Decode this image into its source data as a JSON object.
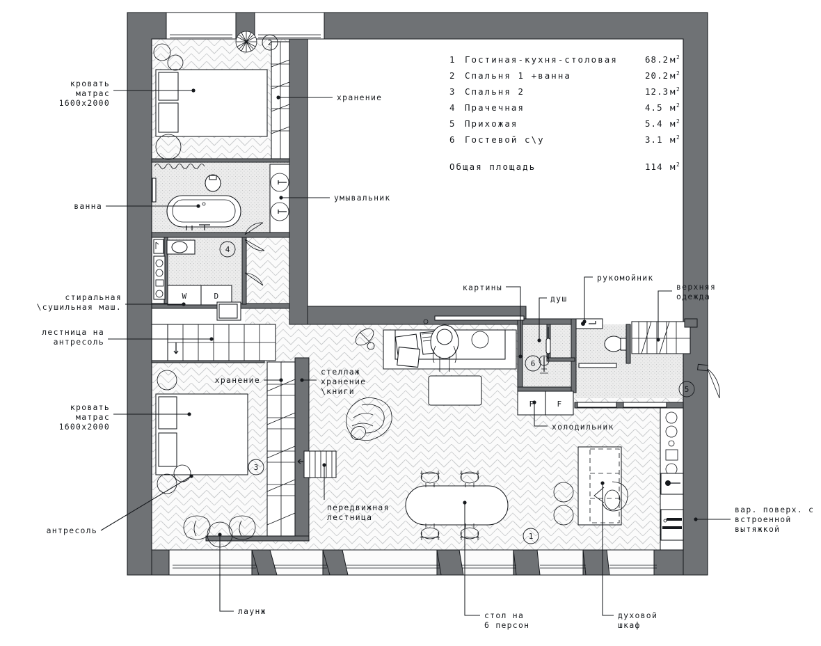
{
  "document": {
    "type": "architectural-floor-plan",
    "language": "ru"
  },
  "legend": {
    "rows": [
      {
        "num": "1",
        "name": "Гостиная-кухня-столовая",
        "area": "68.2",
        "unit": "м",
        "sup": "2"
      },
      {
        "num": "2",
        "name": "Спальня 1 +ванна",
        "area": "20.2",
        "unit": "м",
        "sup": "2"
      },
      {
        "num": "3",
        "name": "Спальня 2",
        "area": "12.3",
        "unit": "м",
        "sup": "2"
      },
      {
        "num": "4",
        "name": "Прачечная",
        "area": "4.5",
        "unit": "м",
        "sup": "2"
      },
      {
        "num": "5",
        "name": "Прихожая",
        "area": "5.4",
        "unit": "м",
        "sup": "2"
      },
      {
        "num": "6",
        "name": "Гостевой с\\у",
        "area": "3.1",
        "unit": "м",
        "sup": "2"
      }
    ],
    "total": {
      "label": "Общая площадь",
      "area": "114",
      "unit": "м",
      "sup": "2"
    }
  },
  "room_markers": [
    {
      "id": "marker-2",
      "label": "2"
    },
    {
      "id": "marker-4",
      "label": "4"
    },
    {
      "id": "marker-3",
      "label": "3"
    },
    {
      "id": "marker-6",
      "label": "6"
    },
    {
      "id": "marker-5",
      "label": "5"
    },
    {
      "id": "marker-1",
      "label": "1"
    }
  ],
  "annotations": {
    "bed_top": {
      "l1": "кровать",
      "l2": "матрас",
      "l3": "1600x2000"
    },
    "bath": {
      "l1": "ванна"
    },
    "washer": {
      "l1": "стиральная",
      "l2": "\\сушильная маш."
    },
    "stairs_mezz": {
      "l1": "лестница на",
      "l2": "антресоль"
    },
    "bed_bottom": {
      "l1": "кровать",
      "l2": "матрас",
      "l3": "1600x2000"
    },
    "mezzanine": {
      "l1": "антресоль"
    },
    "storage_top": {
      "l1": "хранение"
    },
    "washbasin": {
      "l1": "умывальник"
    },
    "storage_mid": {
      "l1": "хранение"
    },
    "shelf_books": {
      "l1": "стеллаж",
      "l2": "хранение",
      "l3": "\\книги"
    },
    "rolling_ladder": {
      "l1": "передвижная",
      "l2": "лестница"
    },
    "pictures": {
      "l1": "картины"
    },
    "shower": {
      "l1": "душ"
    },
    "handwash": {
      "l1": "рукомойник"
    },
    "outerwear": {
      "l1": "верхняя",
      "l2": "одежда"
    },
    "fridge": {
      "l1": "холодильник"
    },
    "hob_hood": {
      "l1": "вар. поверх. с",
      "l2": "встроенной",
      "l3": "вытяжкой"
    },
    "lounge": {
      "l1": "лаунж"
    },
    "table6": {
      "l1": "стол на",
      "l2": "6 персон"
    },
    "oven": {
      "l1": "духовой",
      "l2": "шкаф"
    }
  },
  "appliance_marks": {
    "washer": "W",
    "dryer": "D",
    "fridge_left": "F",
    "fridge_right": "F"
  },
  "colors": {
    "wall_fill": "#6f7275",
    "line": "#15181c",
    "floor": "#fbfbfb",
    "tile_fill": "#ececec",
    "parquet_line": "#c9cbcd",
    "paper": "#ffffff"
  }
}
